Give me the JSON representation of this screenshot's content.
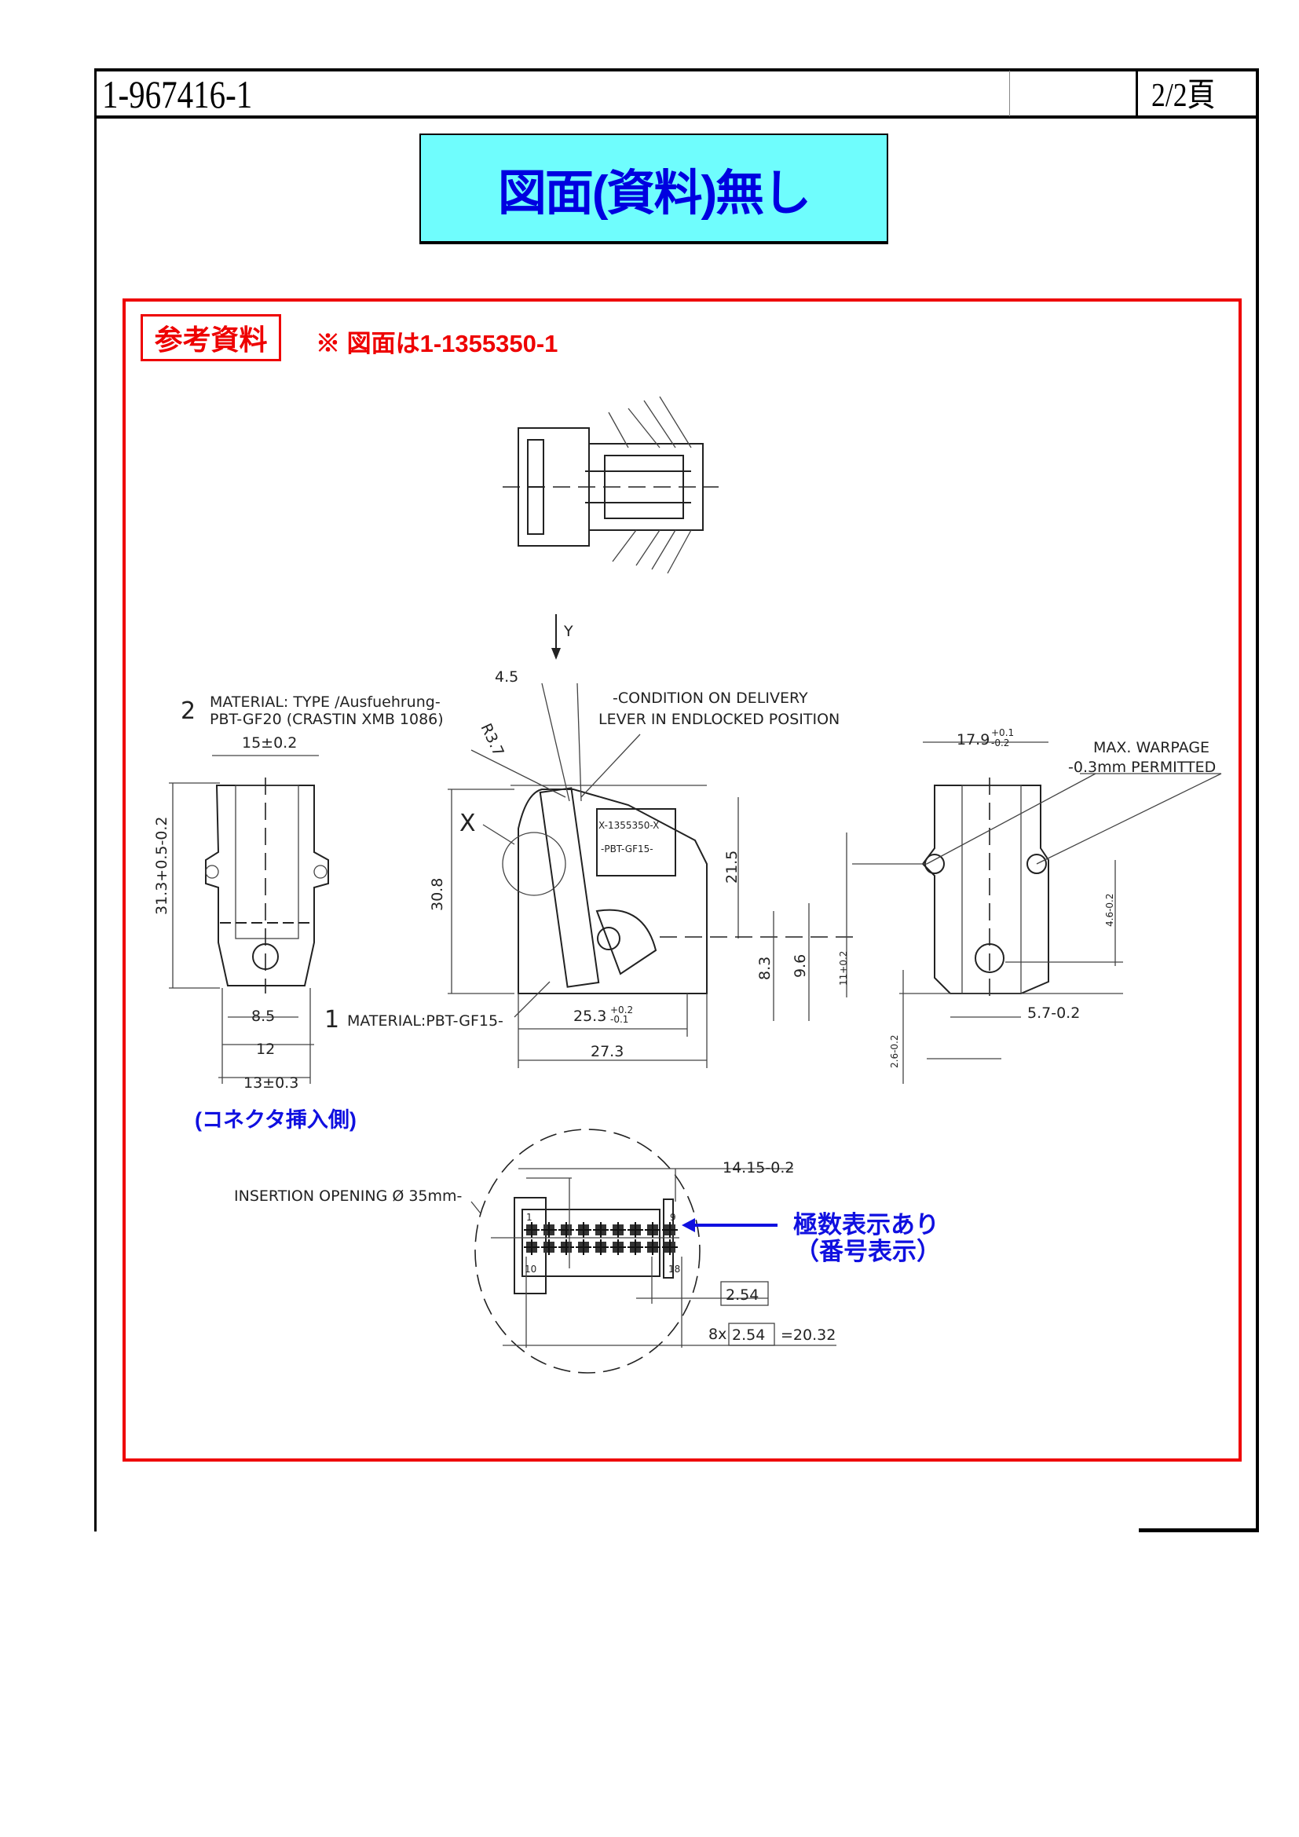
{
  "header": {
    "doc_number": "1-967416-1",
    "page": "2/2頁"
  },
  "banner": {
    "text": "図面(資料)無し"
  },
  "reference": {
    "label": "参考資料",
    "note": "※ 図面は1-1355350-1",
    "colors": {
      "frame": "#ee0000",
      "banner_bg": "#6ffdfd",
      "banner_text": "#0000e0",
      "annotation": "#1010e0"
    }
  },
  "drawing": {
    "axis_y": "Y",
    "dim_4_5": "4.5",
    "r3_7": "R3.7",
    "item2_no": "2",
    "item2_line1": "MATERIAL: TYPE /Ausfuehrung-",
    "item2_line2": "PBT-GF20 (CRASTIN XMB 1086)",
    "condition_line1": "-CONDITION ON DELIVERY",
    "condition_line2": "LEVER IN ENDLOCKED POSITION",
    "dim_15": "15±0.2",
    "dim_17_9": "17.9",
    "dim_17_9_tol_up": "+0.1",
    "dim_17_9_tol_dn": "-0.2",
    "warpage_line1": "MAX. WARPAGE",
    "warpage_line2": "-0.3mm PERMITTED",
    "dim_31_3": "31.3+0.5-0.2",
    "label_x": "X",
    "dim_30_8": "30.8",
    "dim_21_5": "21.5",
    "dim_8_3": "8.3",
    "dim_9_6": "9.6",
    "dim_11": "11+0.2",
    "dim_4_6": "4.6-0.2",
    "dim_8_5": "8.5",
    "item1_no": "1",
    "item1_text": "MATERIAL:PBT-GF15-",
    "dim_25_3": "25.3",
    "dim_25_3_tol_up": "+0.2",
    "dim_25_3_tol_dn": "-0.1",
    "dim_5_7": "5.7-0.2",
    "dim_2_6": "2.6-0.2",
    "dim_12": "12",
    "dim_27_3": "27.3",
    "dim_13": "13±0.3",
    "part_label_1": "X-1355350-X",
    "part_label_2": "-PBT-GF15-",
    "insertion_side": "(コネクタ挿入側)",
    "dim_14_15": "14.15-0.2",
    "insertion_opening": "INSERTION OPENING Ø 35mm-",
    "pole_note_1": "極数表示あり",
    "pole_note_2": "（番号表示）",
    "pitch": "2.54",
    "pitch_count": "8x",
    "pitch_box": "2.54",
    "pitch_total": "=20.32",
    "pin_labels": {
      "first": "1",
      "ninth": "9",
      "tenth": "10",
      "last": "18"
    }
  }
}
